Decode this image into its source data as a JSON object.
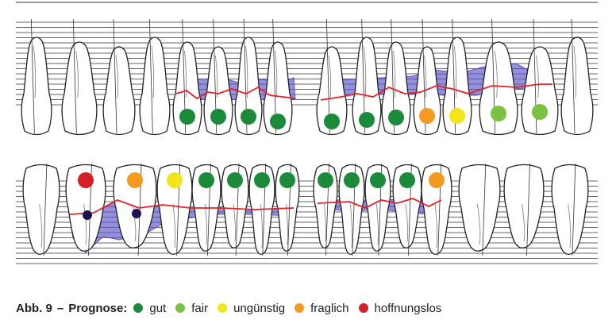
{
  "caption": {
    "figure": "Abb. 9",
    "dash": "–",
    "title": "Prognose",
    "separator": ":"
  },
  "legend": [
    {
      "key": "gut",
      "label": "gut",
      "color": "#1b8a3a"
    },
    {
      "key": "fair",
      "label": "fair",
      "color": "#7cc242"
    },
    {
      "key": "unguenstig",
      "label": "ungünstig",
      "color": "#f2e51d"
    },
    {
      "key": "fraglich",
      "label": "fraglich",
      "color": "#f39a21"
    },
    {
      "key": "hoffnungslos",
      "label": "hoffnungslos",
      "color": "#d42027"
    }
  ],
  "colors": {
    "gum_line": "#e8202a",
    "pocket_fill": "#5a55c8",
    "tooth_outline": "#222222",
    "grid_line": "#333333",
    "furcation_dot": "#1c1250"
  },
  "upper_jaw": {
    "teeth": [
      {
        "tooth": 1,
        "prognosis": null
      },
      {
        "tooth": 2,
        "prognosis": null
      },
      {
        "tooth": 3,
        "prognosis": null
      },
      {
        "tooth": 4,
        "prognosis": null
      },
      {
        "tooth": 5,
        "prognosis": "gut"
      },
      {
        "tooth": 6,
        "prognosis": "gut"
      },
      {
        "tooth": 7,
        "prognosis": "gut"
      },
      {
        "tooth": 8,
        "prognosis": "gut"
      },
      {
        "tooth": 9,
        "prognosis": "gut"
      },
      {
        "tooth": 10,
        "prognosis": "gut"
      },
      {
        "tooth": 11,
        "prognosis": "gut"
      },
      {
        "tooth": 12,
        "prognosis": "fraglich"
      },
      {
        "tooth": 13,
        "prognosis": "unguenstig"
      },
      {
        "tooth": 14,
        "prognosis": "fair"
      },
      {
        "tooth": 15,
        "prognosis": "fair"
      },
      {
        "tooth": 16,
        "prognosis": null
      }
    ]
  },
  "lower_jaw": {
    "teeth": [
      {
        "tooth": 1,
        "prognosis": null
      },
      {
        "tooth": 2,
        "prognosis": "hoffnungslos"
      },
      {
        "tooth": 3,
        "prognosis": "fraglich"
      },
      {
        "tooth": 4,
        "prognosis": "unguenstig"
      },
      {
        "tooth": 5,
        "prognosis": "gut"
      },
      {
        "tooth": 6,
        "prognosis": "gut"
      },
      {
        "tooth": 7,
        "prognosis": "gut"
      },
      {
        "tooth": 8,
        "prognosis": "gut"
      },
      {
        "tooth": 9,
        "prognosis": "gut"
      },
      {
        "tooth": 10,
        "prognosis": "gut"
      },
      {
        "tooth": 11,
        "prognosis": "gut"
      },
      {
        "tooth": 12,
        "prognosis": "gut"
      },
      {
        "tooth": 13,
        "prognosis": "fraglich"
      },
      {
        "tooth": 14,
        "prognosis": null
      },
      {
        "tooth": 15,
        "prognosis": null
      },
      {
        "tooth": 16,
        "prognosis": null
      }
    ]
  }
}
